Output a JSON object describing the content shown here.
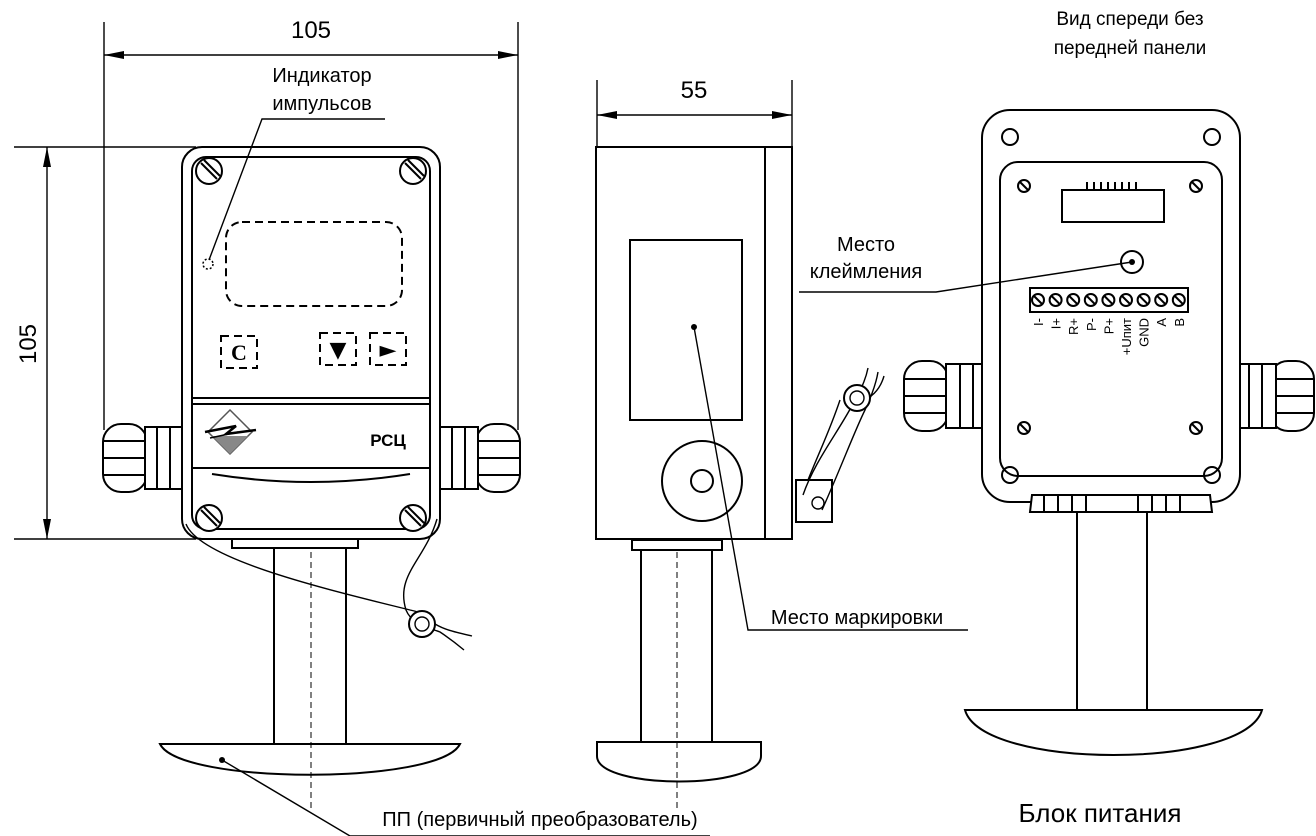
{
  "dimensions": {
    "front_width": "105",
    "front_height": "105",
    "side_depth": "55"
  },
  "callouts": {
    "pulse_indicator_line1": "Индикатор",
    "pulse_indicator_line2": "импульсов",
    "seal_place_line1": "Место",
    "seal_place_line2": "клеймления",
    "marking_place": "Место маркировки",
    "primary_converter": "ПП (первичный преобразователь)"
  },
  "front_view": {
    "button_c": "C",
    "button_down": "▼",
    "button_right": "►",
    "brand": "РСЦ"
  },
  "psu_view": {
    "caption_line1": "Вид спереди без",
    "caption_line2": "передней панели",
    "title": "Блок питания",
    "terminals": [
      "I-",
      "I+",
      "R+",
      "P-",
      "P+",
      "+Uпит",
      "GND",
      "A",
      "B"
    ]
  }
}
